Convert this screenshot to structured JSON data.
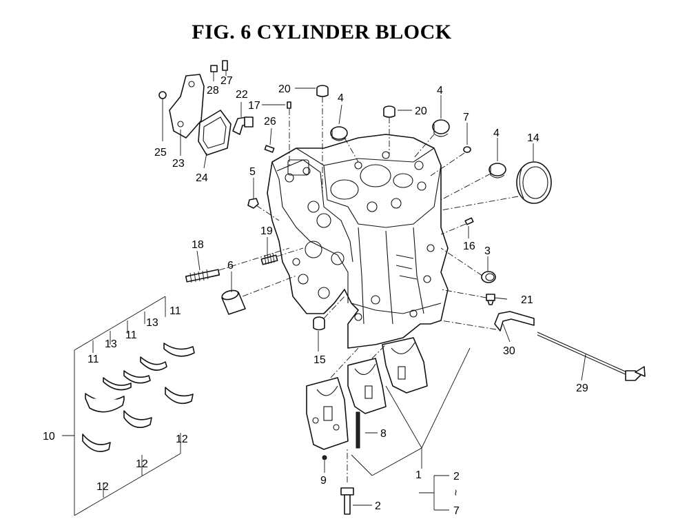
{
  "title": "FIG.  6  CYLINDER BLOCK",
  "callouts": [
    "1",
    "2",
    "3",
    "4",
    "5",
    "6",
    "7",
    "8",
    "9",
    "10",
    "11",
    "12",
    "13",
    "14",
    "15",
    "16",
    "17",
    "18",
    "19",
    "20",
    "21",
    "22",
    "23",
    "24",
    "25",
    "26",
    "27",
    "28",
    "29",
    "30"
  ],
  "range_note": {
    "from": "2",
    "tilde": "~",
    "to": "7"
  }
}
